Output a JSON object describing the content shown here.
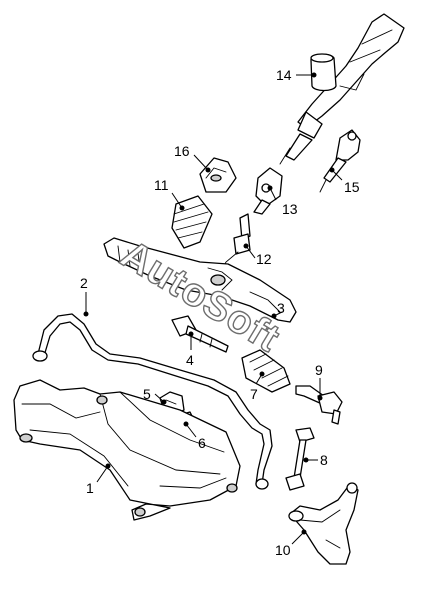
{
  "watermark": {
    "text": "AutoSoft"
  },
  "callouts": [
    {
      "id": "1",
      "label": "1"
    },
    {
      "id": "2",
      "label": "2"
    },
    {
      "id": "3",
      "label": "3"
    },
    {
      "id": "4",
      "label": "4"
    },
    {
      "id": "5",
      "label": "5"
    },
    {
      "id": "6",
      "label": "6"
    },
    {
      "id": "7",
      "label": "7"
    },
    {
      "id": "8",
      "label": "8"
    },
    {
      "id": "9",
      "label": "9"
    },
    {
      "id": "10",
      "label": "10"
    },
    {
      "id": "11",
      "label": "11"
    },
    {
      "id": "12",
      "label": "12"
    },
    {
      "id": "13",
      "label": "13"
    },
    {
      "id": "14",
      "label": "14"
    },
    {
      "id": "15",
      "label": "15"
    },
    {
      "id": "16",
      "label": "16"
    }
  ]
}
